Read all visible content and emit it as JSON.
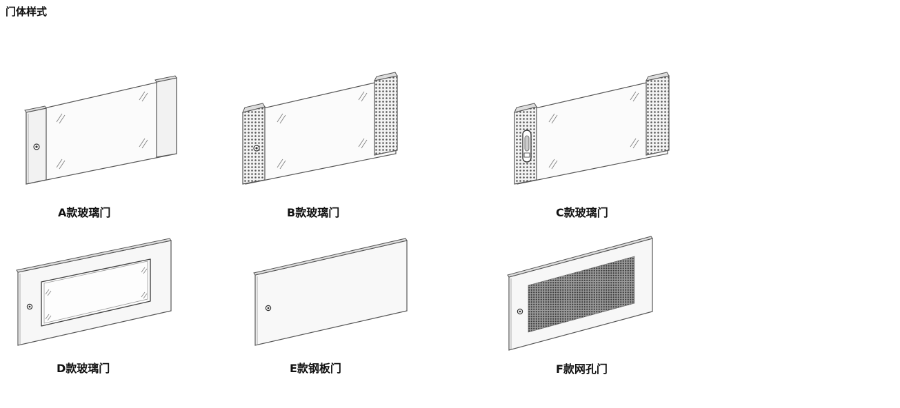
{
  "page": {
    "title": "门体样式"
  },
  "doors": [
    {
      "label": "A款玻璃门",
      "style": "glass-plain-strip"
    },
    {
      "label": "B款玻璃门",
      "style": "glass-perforated-strip"
    },
    {
      "label": "C款玻璃门",
      "style": "glass-perforated-strip-handle"
    },
    {
      "label": "D款玻璃门",
      "style": "framed-glass-window"
    },
    {
      "label": "E款钢板门",
      "style": "steel-plate"
    },
    {
      "label": "F款网孔门",
      "style": "mesh-perforated"
    }
  ]
}
